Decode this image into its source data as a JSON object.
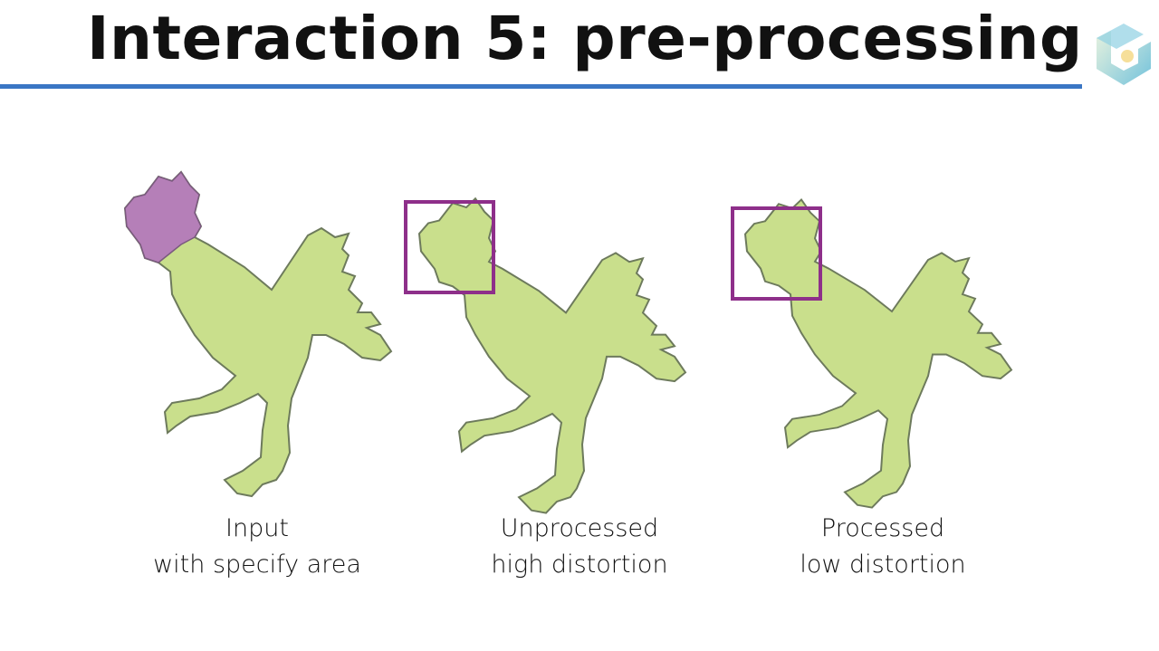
{
  "slide": {
    "title": "Interaction 5: pre-processing",
    "colors": {
      "accent_rule": "#3a76c4",
      "body_fill": "#c9df8c",
      "selected_area": "#b57fb8",
      "highlight_box": "#8e2f8a"
    }
  },
  "panels": [
    {
      "line1": "Input",
      "line2": "with specify area"
    },
    {
      "line1": "Unprocessed",
      "line2": "high distortion"
    },
    {
      "line1": "Processed",
      "line2": "low distortion"
    }
  ]
}
